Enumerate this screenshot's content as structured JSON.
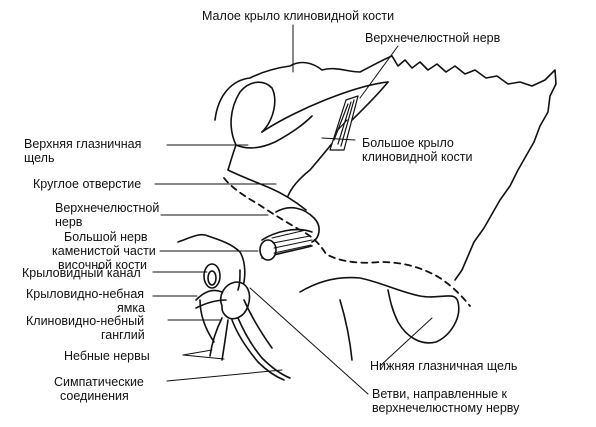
{
  "labels": {
    "lesser_wing": "Малое крыло клиновидной кости",
    "maxillary_nerve_top": "Верхнечелюстной нерв",
    "sup_orbital_fissure_1": "Верхняя глазничная",
    "sup_orbital_fissure_2": "щель",
    "greater_wing_1": "Большое крыло",
    "greater_wing_2": "клиновидной кости",
    "foramen_rotundum": "Круглое отверстие",
    "maxillary_nerve_left_1": "Верхнечелюстной",
    "maxillary_nerve_left_2": "нерв",
    "petrosal_nerve_1": "Большой нерв",
    "petrosal_nerve_2": "каменистой части",
    "petrosal_nerve_3": "височной кости",
    "pterygoid_canal": "Крыловидный канал",
    "pterygopalatine_fossa_1": "Крыловидно-небная",
    "pterygopalatine_fossa_2": "ямка",
    "sphenopalatine_ganglion_1": "Клиновидно-небный",
    "sphenopalatine_ganglion_2": "ганглий",
    "palatine_nerves": "Небные нервы",
    "sympathetic_1": "Симпатические",
    "sympathetic_2": "соединения",
    "inf_orbital_fissure": "Нижняя глазничная щель",
    "branches_1": "Ветви, направленные к",
    "branches_2": "верхнечелюстному нерву"
  }
}
